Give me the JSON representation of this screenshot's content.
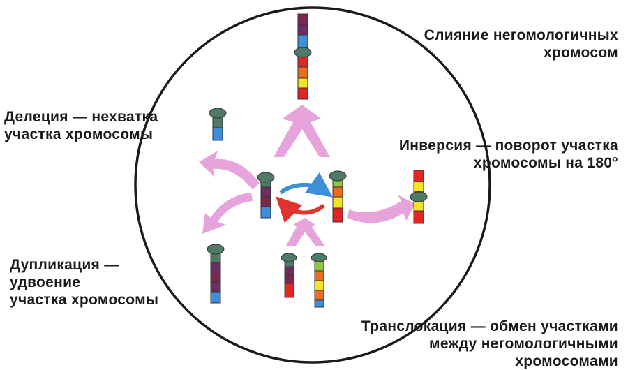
{
  "labels": {
    "fusion": [
      "Слияние негомологичных",
      "хромосом"
    ],
    "deletion": [
      "Делеция — нехватка",
      "участка хромосомы"
    ],
    "inversion": [
      "Инверсия — поворот участка",
      "хромосомы на 180°"
    ],
    "duplication": [
      "Дупликация —",
      "удвоение",
      "участка хромосомы"
    ],
    "translocation": [
      "Транслокация — обмен участками",
      "между негомологичными",
      "хромосомами"
    ]
  },
  "colors": {
    "circle": "#1a1a1a",
    "arrow_pink": "#e7a3dc",
    "arrow_blue": "#3c8fd8",
    "arrow_red": "#e0332b",
    "centromere": "#4f7a67",
    "segment_dark_green": "#4f7a67",
    "segment_maroon": "#7a2750",
    "segment_purple": "#6b2d63",
    "segment_blue": "#3d8fdc",
    "segment_red": "#e32622",
    "segment_orange": "#f06b22",
    "segment_yellow": "#f2e424",
    "segment_light_green": "#8dc63f"
  }
}
